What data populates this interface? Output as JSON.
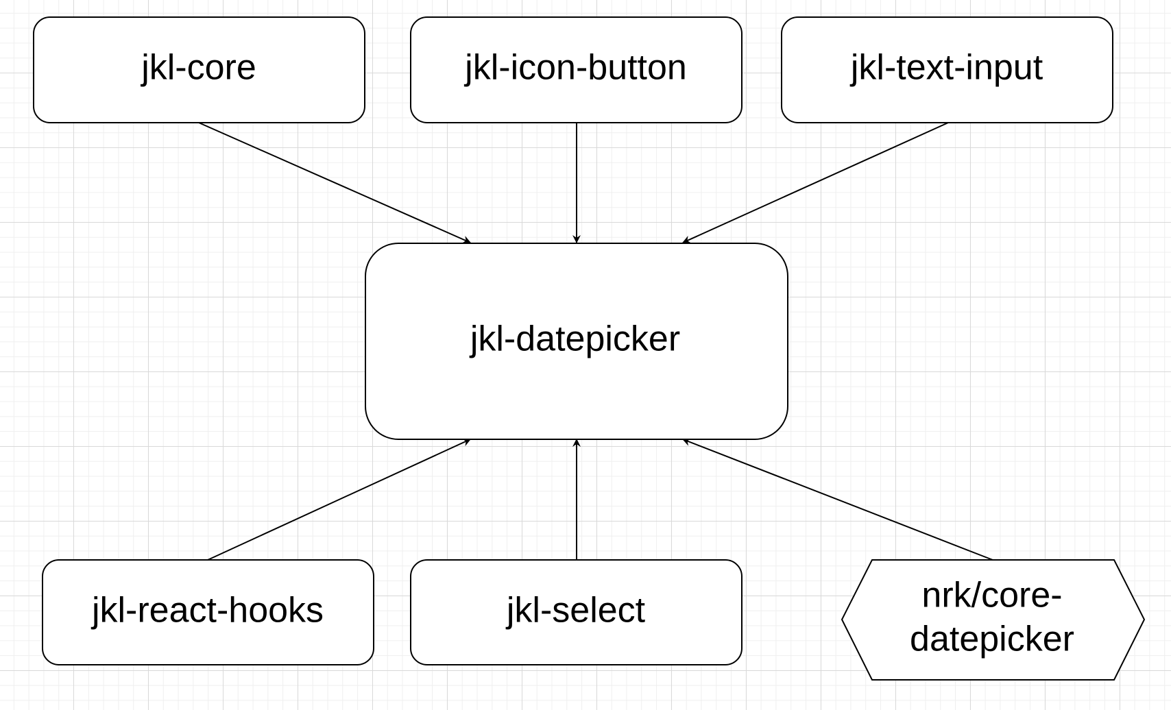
{
  "diagram": {
    "nodes": {
      "jkl_core": "jkl-core",
      "jkl_icon_button": "jkl-icon-button",
      "jkl_text_input": "jkl-text-input",
      "jkl_datepicker": "jkl-datepicker",
      "jkl_react_hooks": "jkl-react-hooks",
      "jkl_select": "jkl-select",
      "nrk_core_datepicker": {
        "line1": "nrk/core-",
        "line2": "datepicker"
      }
    },
    "edges": [
      {
        "from": "jkl-core",
        "to": "jkl-datepicker"
      },
      {
        "from": "jkl-icon-button",
        "to": "jkl-datepicker"
      },
      {
        "from": "jkl-text-input",
        "to": "jkl-datepicker"
      },
      {
        "from": "jkl-react-hooks",
        "to": "jkl-datepicker"
      },
      {
        "from": "jkl-select",
        "to": "jkl-datepicker"
      },
      {
        "from": "nrk/core-datepicker",
        "to": "jkl-datepicker"
      }
    ]
  }
}
